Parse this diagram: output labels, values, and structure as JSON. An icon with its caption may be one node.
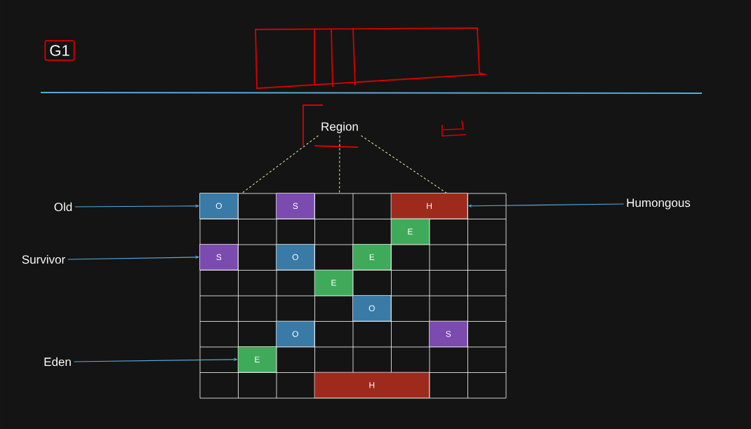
{
  "diagram": {
    "nodes": [
      {
        "text": [
          "G1"
        ]
      },
      {
        "text": [
          "Region"
        ]
      },
      {
        "text": [],
        "shape": "box"
      },
      {
        "text": [
          "O"
        ],
        "in": 2
      },
      {
        "text": [
          "S"
        ],
        "in": 2
      },
      {
        "text": [
          "H"
        ],
        "in": 2
      },
      {
        "text": [
          "E"
        ],
        "in": 2
      },
      {
        "text": [
          "S"
        ],
        "in": 2
      },
      {
        "text": [
          "O"
        ],
        "in": 2
      },
      {
        "text": [
          "E"
        ],
        "in": 2
      },
      {
        "text": [
          "E"
        ],
        "in": 2
      },
      {
        "text": [
          "O"
        ],
        "in": 2
      },
      {
        "text": [
          "O"
        ],
        "in": 2
      },
      {
        "text": [
          "S"
        ],
        "in": 2
      },
      {
        "text": [
          "E"
        ],
        "in": 2
      },
      {
        "text": [
          "H"
        ],
        "in": 2
      },
      {
        "text": [
          "Old"
        ]
      },
      {
        "text": [
          "Humongous"
        ]
      },
      {
        "text": [
          "Survivor"
        ]
      },
      {
        "text": [
          "Eden"
        ]
      }
    ],
    "edges": [
      {
        "from": 1,
        "to": 2,
        "arrow": "none",
        "style": "dashed",
        "color": "#cfcf8f"
      },
      {
        "from": 1,
        "to": 2,
        "arrow": "none",
        "style": "dashed",
        "color": "#cfcf8f"
      },
      {
        "from": 1,
        "to": 2,
        "arrow": "none",
        "style": "dashed",
        "color": "#cfcf8f"
      },
      {
        "from": 16,
        "to": 3,
        "arrow": "to"
      },
      {
        "from": 17,
        "to": 5,
        "arrow": "to"
      },
      {
        "from": 18,
        "to": 7,
        "arrow": "to"
      },
      {
        "from": 19,
        "to": 14,
        "arrow": "to"
      }
    ]
  }
}
